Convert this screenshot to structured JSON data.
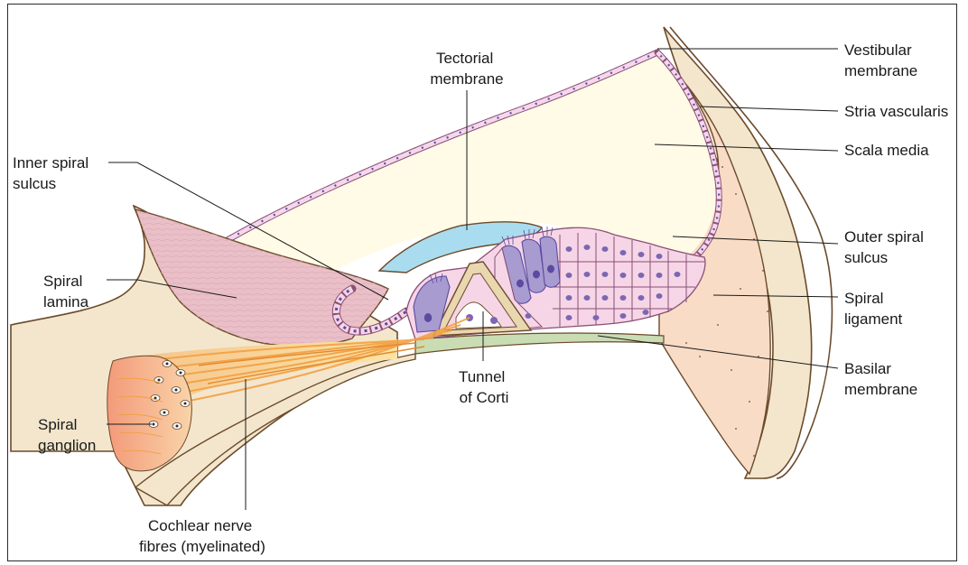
{
  "labels": {
    "vestibular_membrane": [
      "Vestibular",
      "membrane"
    ],
    "stria_vascularis": [
      "Stria vascularis"
    ],
    "scala_media": [
      "Scala media"
    ],
    "outer_spiral_sulcus": [
      "Outer spiral",
      "sulcus"
    ],
    "spiral_ligament": [
      "Spiral",
      "ligament"
    ],
    "basilar_membrane": [
      "Basilar",
      "membrane"
    ],
    "tectorial_membrane": [
      "Tectorial",
      "membrane"
    ],
    "inner_spiral_sulcus": [
      "Inner spiral",
      "sulcus"
    ],
    "spiral_lamina": [
      "Spiral",
      "lamina"
    ],
    "spiral_ganglion": [
      "Spiral",
      "ganglion"
    ],
    "tunnel_of_corti": [
      "Tunnel",
      "of Corti"
    ],
    "cochlear_nerve_fibres": [
      "Cochlear nerve",
      "fibres (myelinated)"
    ]
  },
  "colors": {
    "bone": "#f3e6cc",
    "bone_outline": "#6b4a2b",
    "spiral_lamina": "#e9bfc8",
    "scala_media": "#fffbe6",
    "tectorial": "#a9dcee",
    "cells": "#f6d6e6",
    "nucleus": "#7c67b4",
    "hair_cell": "#a89bd0",
    "basilar": "#c9dcb4",
    "ligament": "#f8dcc6",
    "nerve": "#f2a044",
    "ganglion": "#f4b98e",
    "membrane_cells": "#f5d7ec"
  }
}
